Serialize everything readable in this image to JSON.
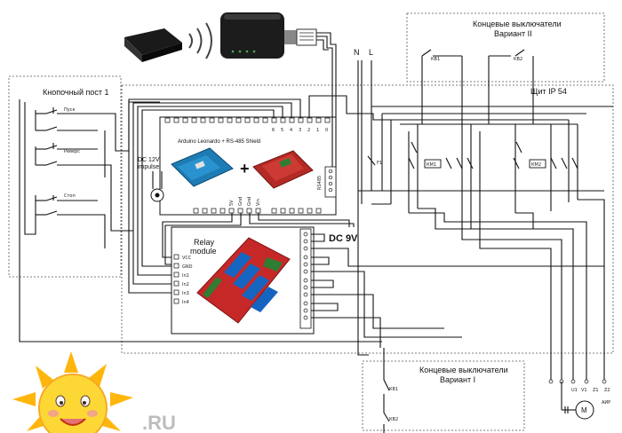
{
  "labels": {
    "button_station": "Кнопочный пост 1",
    "btn_start": "Пуск",
    "btn_reverse": "Реверс",
    "btn_stop": "Стоп",
    "limit_top_line1": "Концевые выключатели",
    "limit_top_line2": "Вариант II",
    "kv1": "КВ1",
    "kv2": "КВ2",
    "n": "N",
    "l": "L",
    "panel": "Щит IP 54",
    "arduino": "Arduino Leonardo + RS-485 Shield",
    "dc12_line1": "DC 12V",
    "dc12_line2": "impulse",
    "pins": [
      "6",
      "5",
      "4",
      "3",
      "2",
      "1",
      "0"
    ],
    "rs485": "RS485",
    "p5v": "5V",
    "gnd1": "Gnd",
    "gnd2": "Gnd",
    "vin": "Vin",
    "dc9": "DC 9V",
    "relay_line1": "Relay",
    "relay_line2": "module",
    "vcc": "VCC",
    "rgnd": "GND",
    "in1": "In1",
    "in2": "In2",
    "in3": "In3",
    "in4": "In4",
    "km1": "КМ1",
    "km2": "КМ2",
    "f1": "F1",
    "limit_bot_line1": "Концевые выключатели",
    "limit_bot_line2": "Вариант I",
    "kb1": "КВ1",
    "kb2": "КВ2",
    "motor_terms": [
      "U1",
      "V1",
      "Z1",
      "Z2"
    ],
    "motor": "АИР",
    "watermark": ".RU"
  }
}
